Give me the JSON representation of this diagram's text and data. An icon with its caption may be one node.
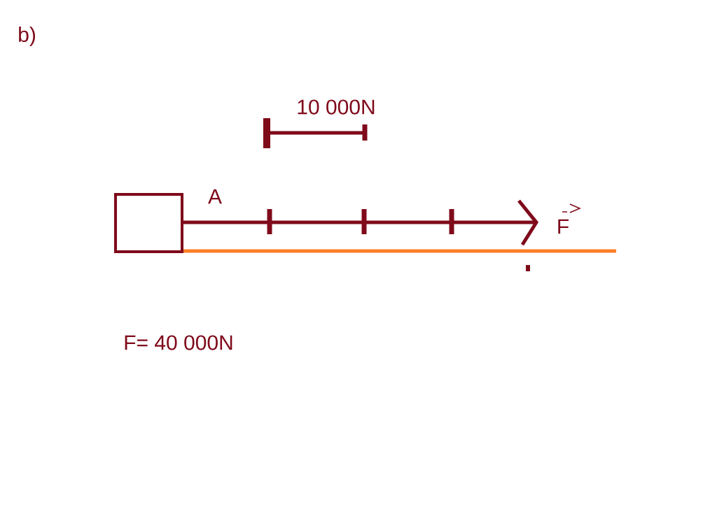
{
  "diagram": {
    "nodes": [
      {
        "text": [],
        "shape": "box"
      }
    ],
    "labels": [
      "b)",
      "10 000N",
      "A",
      "F",
      "F= 40 000N"
    ]
  }
}
